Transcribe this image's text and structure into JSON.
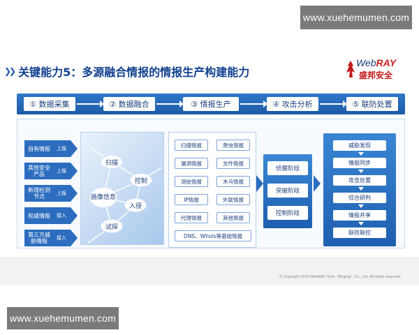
{
  "watermark": {
    "top": "www.xuehemumen.com",
    "bottom": "www.xuehemumen.com"
  },
  "title": {
    "arrows": "❯❯",
    "text": "关键能力5：多源融合情报的情报生产构建能力"
  },
  "brand": {
    "web": "Web",
    "ray": "RAY",
    "cn": "盛邦安全"
  },
  "pipeline": {
    "steps": [
      "① 数据采集",
      "② 数据融合",
      "③ 情报生产",
      "④ 攻击分析",
      "⑤ 联防处置"
    ]
  },
  "sources": [
    {
      "label": "自有情报",
      "tag": "上报"
    },
    {
      "label": "其他安全产品",
      "tag": "上报"
    },
    {
      "label": "新增检测节点",
      "tag": "上报"
    },
    {
      "label": "权威情报",
      "tag": "接入"
    },
    {
      "label": "第三方威胁情报",
      "tag": "接入"
    }
  ],
  "fusion": {
    "nodes": [
      "扫描",
      "控制",
      "画像信息",
      "入侵",
      "试探"
    ]
  },
  "intel": {
    "items": [
      "扫描情报",
      "爬虫情报",
      "漏洞情报",
      "文件情报",
      "测绘情报",
      "木马情报",
      "IP情报",
      "外联情报",
      "代理情报",
      "其他情报"
    ],
    "wide": "DNS、Whois等基础情报"
  },
  "stages": [
    "侦察阶段",
    "突破阶段",
    "控制阶段"
  ],
  "response": [
    "威胁发现",
    "情报同步",
    "攻击处置",
    "综合研判",
    "情报共享",
    "联防联控"
  ],
  "copyright": "© Copyright 2024 WebRAY Tech（Beijing）Co., Ltd. All rights reserved.",
  "colors": {
    "primary": "#1e5fb0",
    "title": "#10408e",
    "brand_red": "#c51a1a"
  }
}
